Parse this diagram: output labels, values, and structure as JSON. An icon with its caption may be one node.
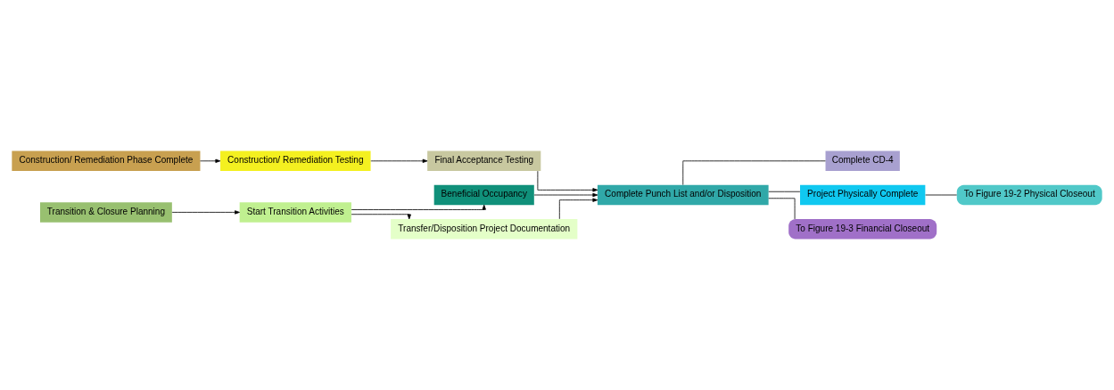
{
  "diagram": {
    "nodes": [
      {
        "text": [
          "Construction/ Remediation Phase Complete"
        ]
      },
      {
        "text": [
          "Construction/ Remediation Testing"
        ]
      },
      {
        "text": [
          "Final Acceptance Testing"
        ]
      },
      {
        "text": [
          "Complete CD-4"
        ]
      },
      {
        "text": [
          "Transition & Closure Planning"
        ]
      },
      {
        "text": [
          "Start Transition Activities"
        ]
      },
      {
        "text": [
          "Beneficial Occupancy"
        ]
      },
      {
        "text": [
          "Complete Punch List and/or Disposition"
        ]
      },
      {
        "text": [
          "Project Physically Complete"
        ]
      },
      {
        "text": [
          "To Figure 19-2 Physical Closeout"
        ]
      },
      {
        "text": [
          "To Figure 19-3 Financial Closeout"
        ]
      },
      {
        "text": [
          "Transfer/Disposition Project Documentation"
        ]
      }
    ],
    "edges": [
      {
        "from": 0,
        "to": 1,
        "arrow": "to"
      },
      {
        "from": 1,
        "to": 2,
        "arrow": "to"
      },
      {
        "from": 2,
        "to": 7,
        "arrow": "to"
      },
      {
        "from": 4,
        "to": 5,
        "arrow": "to"
      },
      {
        "from": 5,
        "to": 6,
        "arrow": "to"
      },
      {
        "from": 5,
        "to": 11,
        "arrow": "to"
      },
      {
        "from": 6,
        "to": 7,
        "arrow": "to"
      },
      {
        "from": 11,
        "to": 7,
        "arrow": "to"
      },
      {
        "from": 7,
        "to": 3,
        "arrow": "none"
      },
      {
        "from": 7,
        "to": 8,
        "arrow": "none"
      },
      {
        "from": 7,
        "to": 10,
        "arrow": "none"
      },
      {
        "from": 8,
        "to": 9,
        "arrow": "none"
      }
    ]
  }
}
